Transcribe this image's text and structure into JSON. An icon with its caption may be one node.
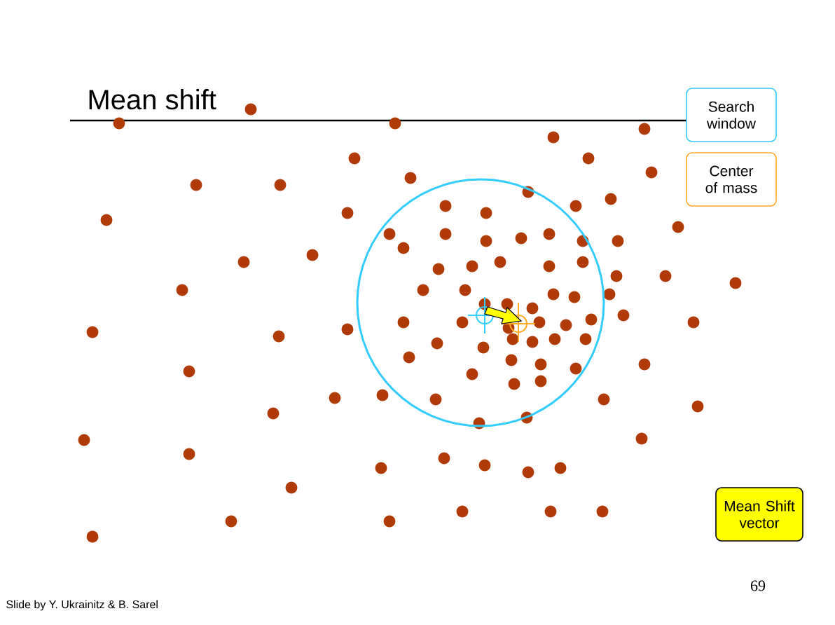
{
  "diagram": {
    "title": "Mean shift",
    "nodes": [
      {
        "text": [
          "Search window"
        ]
      },
      {
        "text": [
          "Center of mass"
        ]
      },
      {
        "text": [
          "Mean Shift vector"
        ]
      }
    ],
    "labels": [
      "69",
      "Slide by Y. Ukrainitz & B. Sarel"
    ]
  }
}
